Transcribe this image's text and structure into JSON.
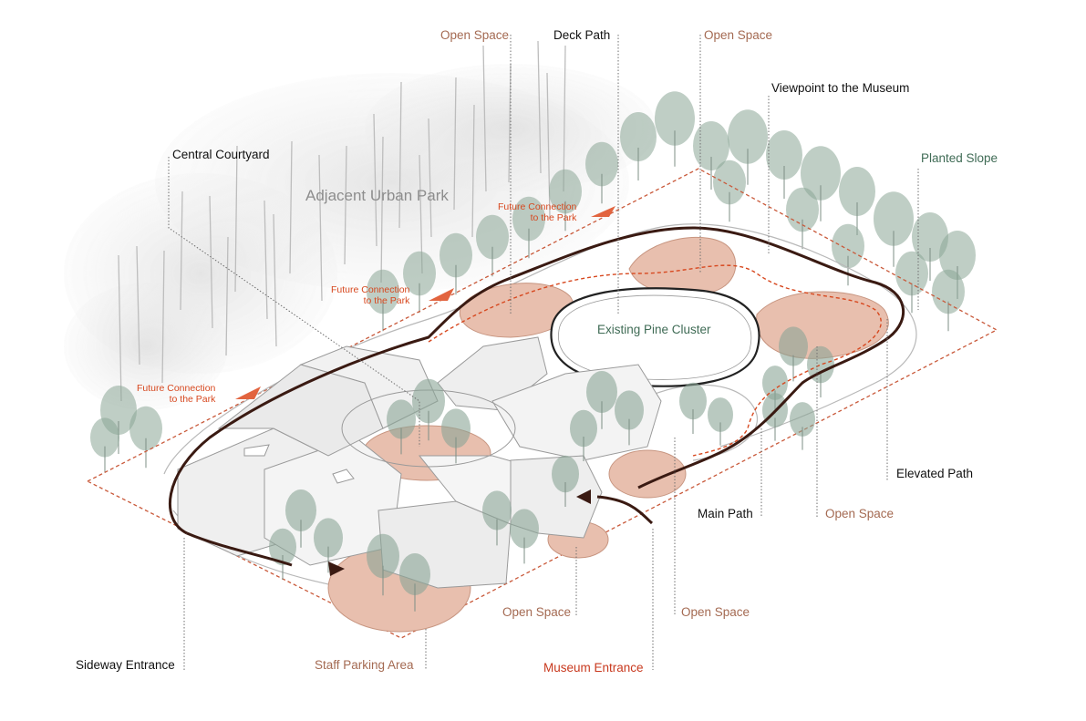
{
  "labels": {
    "open_space_top_left": "Open Space",
    "deck_path": "Deck Path",
    "open_space_top_right": "Open Space",
    "viewpoint": "Viewpoint to the Museum",
    "central_courtyard": "Central Courtyard",
    "planted_slope": "Planted Slope",
    "adjacent_park": "Adjacent Urban Park",
    "future_connection_line1": "Future Connection",
    "future_connection_line2": "to the Park",
    "existing_pine": "Existing Pine Cluster",
    "elevated_path": "Elevated Path",
    "main_path": "Main Path",
    "open_space_right": "Open Space",
    "open_space_bottom_mid": "Open Space",
    "open_space_bottom_right": "Open Space",
    "sideway_entrance": "Sideway Entrance",
    "staff_parking": "Staff Parking Area",
    "museum_entrance": "Museum Entrance"
  },
  "colors": {
    "label_black": "#111111",
    "label_brown": "#a46a52",
    "label_green": "#3f6b55",
    "label_red": "#c8391e",
    "open_space_fill": "#e8bfae",
    "building_fill": "#efefef",
    "tree_green": "#8aa596",
    "tree_gray": "#c8c8c8",
    "path_dark": "#3a1a12",
    "boundary": "#c9593a"
  }
}
